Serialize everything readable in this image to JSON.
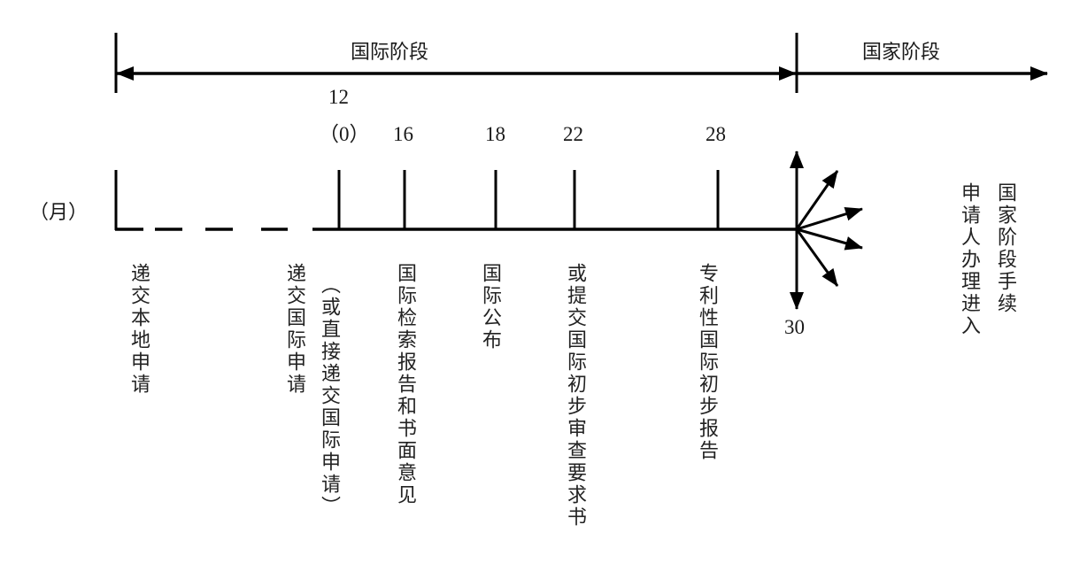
{
  "phases": {
    "international": {
      "label": "国际阶段"
    },
    "national": {
      "label": "国家阶段"
    }
  },
  "axis": {
    "unit_label": "（月）",
    "ticks": [
      {
        "month": "12",
        "alt": "（0）"
      },
      {
        "month": "16"
      },
      {
        "month": "18"
      },
      {
        "month": "22"
      },
      {
        "month": "28"
      },
      {
        "month": "30"
      }
    ]
  },
  "events": [
    {
      "text": "递交本地申请"
    },
    {
      "text": "递交国际申请"
    },
    {
      "text": "（或直接递交国际申请）"
    },
    {
      "text": "国际检索报告和书面意见"
    },
    {
      "text": "国际公布"
    },
    {
      "text": "或提交国际初步审查要求书"
    },
    {
      "text": "专利性国际初步报告"
    },
    {
      "text": "申请人办理进入"
    },
    {
      "text": "国家阶段手续"
    }
  ],
  "colors": {
    "line": "#000000",
    "text": "#222222",
    "background": "#ffffff"
  }
}
